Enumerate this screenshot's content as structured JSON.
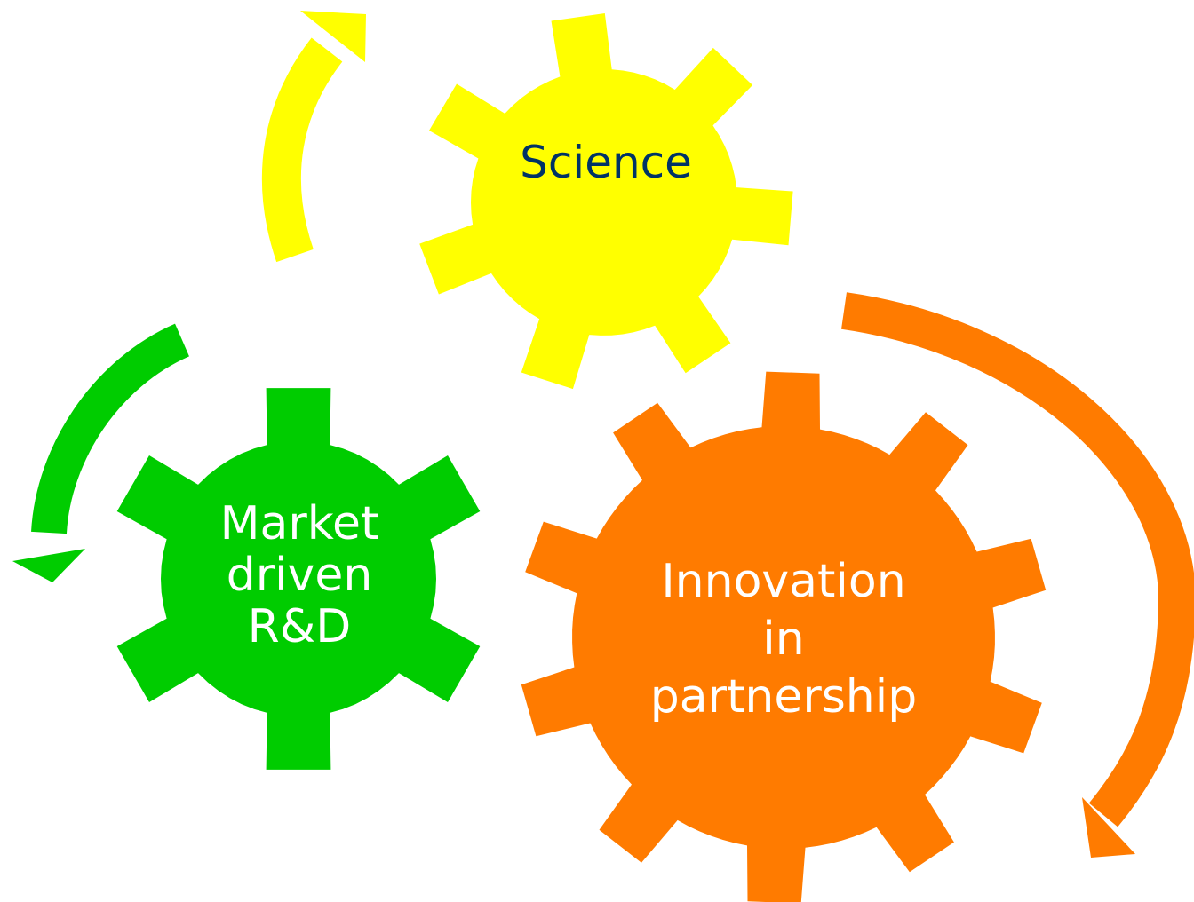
{
  "gears": [
    {
      "id": "science",
      "lines": [
        "Science"
      ],
      "fill": "#FFFF00",
      "text_color": "#003366",
      "teeth": 7
    },
    {
      "id": "market-driven-rd",
      "lines": [
        "Market",
        "driven",
        "R&D"
      ],
      "fill": "#00CC00",
      "text_color": "#FFFFFF",
      "teeth": 6
    },
    {
      "id": "innovation-in-partnership",
      "lines": [
        "Innovation",
        "in",
        "partnership"
      ],
      "fill": "#FF7B00",
      "text_color": "#FFFFFF",
      "teeth": 10
    }
  ],
  "arrows": [
    {
      "id": "yellow-arrow",
      "color": "#FFFF00",
      "direction": "up"
    },
    {
      "id": "green-arrow",
      "color": "#00CC00",
      "direction": "down-left"
    },
    {
      "id": "orange-arrow",
      "color": "#FF7B00",
      "direction": "down"
    }
  ]
}
